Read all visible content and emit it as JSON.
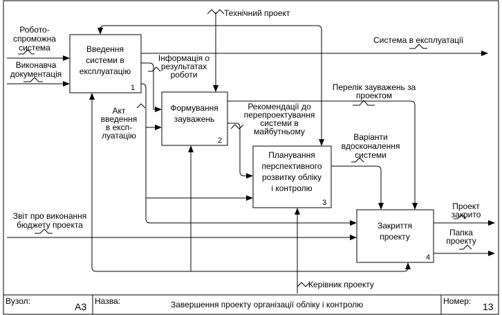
{
  "boxes": [
    {
      "id": "1",
      "lines": [
        "Введення",
        "системи в",
        "експлуатацію"
      ],
      "num": "1"
    },
    {
      "id": "2",
      "lines": [
        "Формування",
        "зауважень"
      ],
      "num": "2"
    },
    {
      "id": "3",
      "lines": [
        "Планування",
        "перспективного",
        "розвитку обліку",
        "і контролю"
      ],
      "num": "3"
    },
    {
      "id": "4",
      "lines": [
        "Закриття",
        "проекту"
      ],
      "num": "4"
    }
  ],
  "arrows": {
    "tech_project": "Технічний проект",
    "robot_system": [
      "Робото-",
      "спроможна",
      "система"
    ],
    "exec_docs": [
      "Виконавча",
      "документація"
    ],
    "system_in_operation": "Система в експлуатації",
    "work_results_info": [
      "Інформація о",
      "результатах",
      "роботи"
    ],
    "remarks_list": [
      "Перелік зауважень за",
      "проектом"
    ],
    "act": [
      "Акт",
      "введення",
      "в експ-",
      "луатацію"
    ],
    "redesign_recs": [
      "Рекомендації до",
      "перепроектування",
      "системи в",
      "майбутньому"
    ],
    "improvement_options": [
      "Варіанти",
      "вдосконалення",
      "системи"
    ],
    "budget_report": [
      "Звіт про виконання",
      "бюджету проекта"
    ],
    "project_closed": [
      "Проект",
      "закрито"
    ],
    "project_folder": [
      "Папка",
      "проекту"
    ],
    "project_manager": "Керівник проекту"
  },
  "footer": {
    "node_label": "Вузол:",
    "node_value": "А3",
    "name_label": "Назва:",
    "title": "Завершення проекту організації обліку і контролю",
    "number_label": "Номер:",
    "number_value": "13"
  }
}
